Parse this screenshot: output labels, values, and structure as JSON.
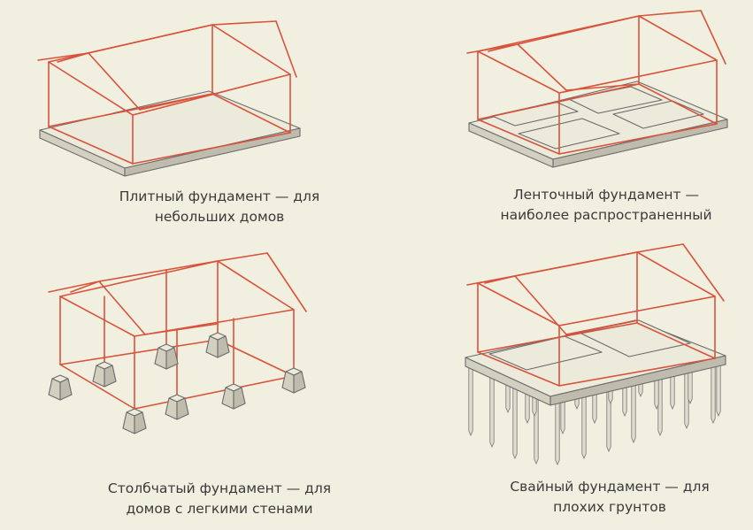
{
  "colors": {
    "frame": "#d9533b",
    "base_top": "#eceadb",
    "base_front": "#d3d0c0",
    "base_side": "#bfbcae",
    "pile": "#e0ddcf"
  },
  "panels": [
    {
      "id": "slab",
      "caption_line1": "Плитный фундамент — для",
      "caption_line2": "небольших домов"
    },
    {
      "id": "strip",
      "caption_line1": "Ленточный фундамент —",
      "caption_line2": "наиболее распространенный"
    },
    {
      "id": "column",
      "caption_line1": "Столбчатый фундамент — для",
      "caption_line2": "домов с легкими стенами"
    },
    {
      "id": "pile",
      "caption_line1": "Свайный фундамент — для",
      "caption_line2": "плохих грунтов"
    }
  ]
}
